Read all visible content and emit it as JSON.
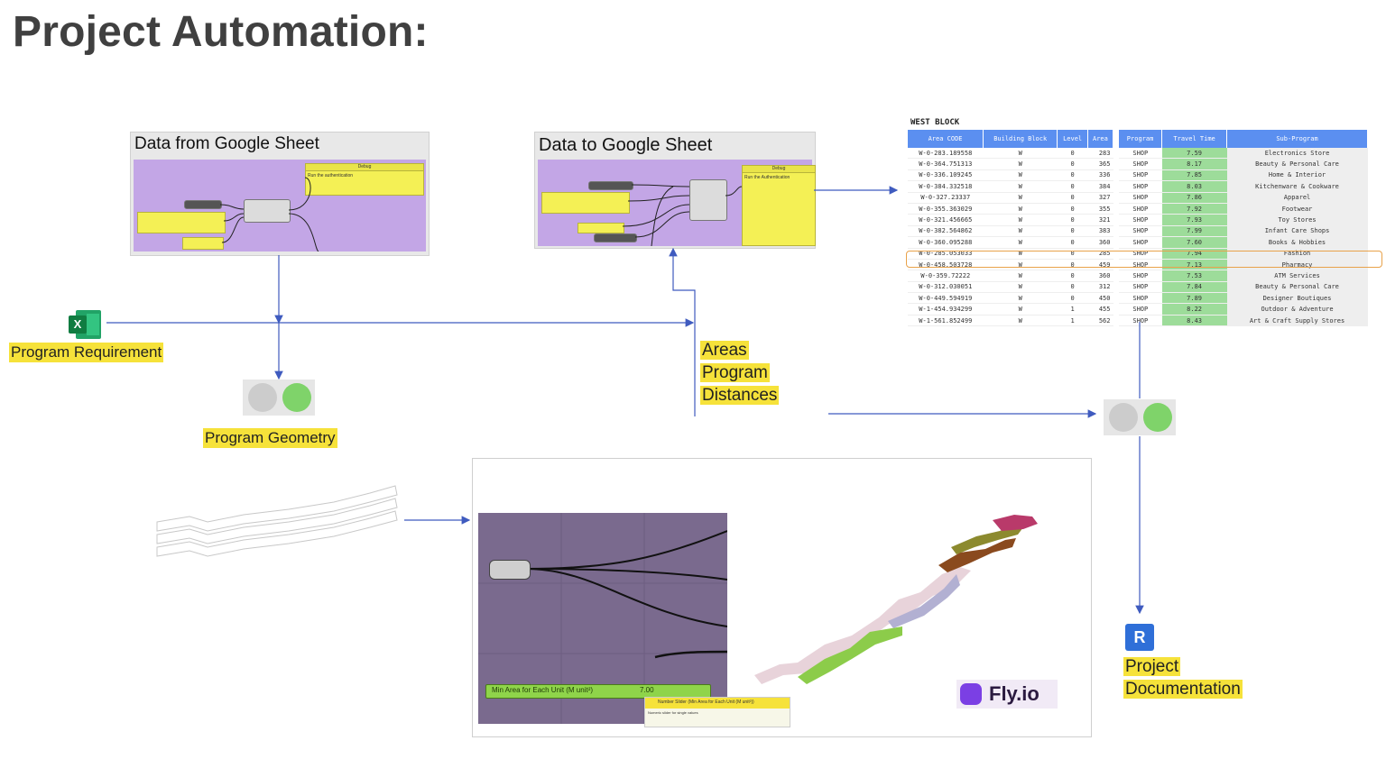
{
  "page_title": "Project Automation:",
  "panel_from": {
    "title": "Data from Google Sheet",
    "note_title": "Debug",
    "note_text": "Run the authentication"
  },
  "panel_to": {
    "title": "Data to Google Sheet",
    "note_title": "Debug",
    "note_text": "Run the Authentication"
  },
  "labels": {
    "program_requirement": "Program Requirement",
    "program_geometry": "Program Geometry",
    "areas_lines": [
      "Areas",
      "Program",
      "Distances"
    ],
    "project_documentation_lines": [
      "Project",
      "Documentation"
    ],
    "flyio": "Fly.io",
    "excel_letter": "X",
    "revit_letter": "R"
  },
  "sheet": {
    "block_title": "WEST BLOCK",
    "headers_left": [
      "Area CODE",
      "Building Block",
      "Level",
      "Area"
    ],
    "headers_right": [
      "Program",
      "Travel Time",
      "Sub-Program"
    ],
    "rows": [
      [
        "W-0-283.189558",
        "W",
        "0",
        "283",
        "SHOP",
        "7.59",
        "Electronics Store"
      ],
      [
        "W-0-364.751313",
        "W",
        "0",
        "365",
        "SHOP",
        "8.17",
        "Beauty & Personal Care"
      ],
      [
        "W-0-336.109245",
        "W",
        "0",
        "336",
        "SHOP",
        "7.85",
        "Home & Interior"
      ],
      [
        "W-0-384.332518",
        "W",
        "0",
        "384",
        "SHOP",
        "8.03",
        "Kitchenware & Cookware"
      ],
      [
        "W-0-327.23337",
        "W",
        "0",
        "327",
        "SHOP",
        "7.86",
        "Apparel"
      ],
      [
        "W-0-355.363029",
        "W",
        "0",
        "355",
        "SHOP",
        "7.92",
        "Footwear"
      ],
      [
        "W-0-321.456665",
        "W",
        "0",
        "321",
        "SHOP",
        "7.93",
        "Toy Stores"
      ],
      [
        "W-0-382.564862",
        "W",
        "0",
        "383",
        "SHOP",
        "7.99",
        "Infant Care Shops"
      ],
      [
        "W-0-360.095288",
        "W",
        "0",
        "360",
        "SHOP",
        "7.60",
        "Books & Hobbies"
      ],
      [
        "W-0-285.053033",
        "W",
        "0",
        "285",
        "SHOP",
        "7.94",
        "Fashion"
      ],
      [
        "W-0-458.503728",
        "W",
        "0",
        "459",
        "SHOP",
        "7.13",
        "Pharmacy"
      ],
      [
        "W-0-359.72222",
        "W",
        "0",
        "360",
        "SHOP",
        "7.53",
        "ATM Services"
      ],
      [
        "W-0-312.030051",
        "W",
        "0",
        "312",
        "SHOP",
        "7.84",
        "Beauty & Personal Care"
      ],
      [
        "W-0-449.594919",
        "W",
        "0",
        "450",
        "SHOP",
        "7.89",
        "Designer Boutiques"
      ],
      [
        "W-1-454.934299",
        "W",
        "1",
        "455",
        "SHOP",
        "8.22",
        "Outdoor & Adventure"
      ],
      [
        "W-1-561.852499",
        "W",
        "1",
        "562",
        "SHOP",
        "8.43",
        "Art & Craft Supply Stores"
      ]
    ],
    "highlight_row_index": 10
  },
  "slider": {
    "label": "Min Area for Each Unit (M unit²)",
    "value": "7.00",
    "tooltip_title": "Number Slider (Min Area for Each Unit (M unit²))",
    "tooltip_text": "Numeric slider for single values"
  },
  "colors": {
    "arrow": "#3f5bbf",
    "highlight": "#f6e23a",
    "gh_canvas": "#c3a6e6",
    "gh_dark_canvas": "#7a6a8e",
    "sheet_header": "#5b8ff0",
    "travel_time": "#9ddc9a",
    "highlight_row_border": "#e8a24a"
  }
}
